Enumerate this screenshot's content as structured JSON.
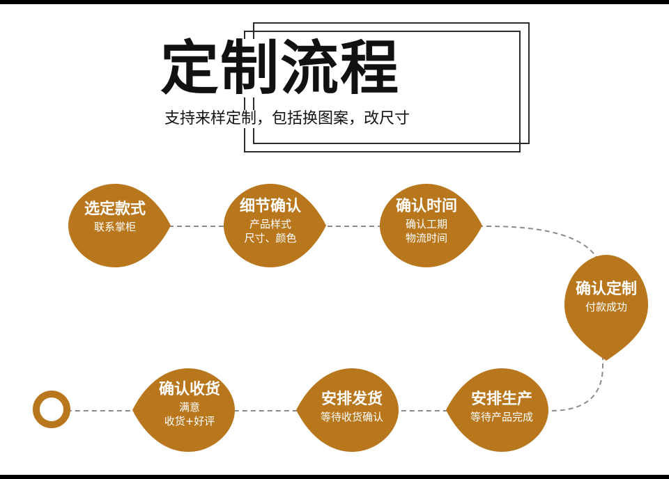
{
  "title": "定制流程",
  "subtitle": "支持来样定制，包括换图案，改尺寸",
  "colors": {
    "drop_fill": "#b8771d",
    "connector": "#8a8a8a",
    "frame": "#2b2b2b"
  },
  "steps": [
    {
      "name": "选定款式",
      "line1": "联系掌柜",
      "line2": ""
    },
    {
      "name": "细节确认",
      "line1": "产品样式",
      "line2": "尺寸、颜色"
    },
    {
      "name": "确认时间",
      "line1": "确认工期",
      "line2": "物流时间"
    },
    {
      "name": "确认定制",
      "line1": "付款成功",
      "line2": ""
    },
    {
      "name": "安排生产",
      "line1": "等待产品完成",
      "line2": ""
    },
    {
      "name": "安排发货",
      "line1": "等待收货确认",
      "line2": ""
    },
    {
      "name": "确认收货",
      "line1": "满意",
      "line2": "收货+好评"
    }
  ]
}
